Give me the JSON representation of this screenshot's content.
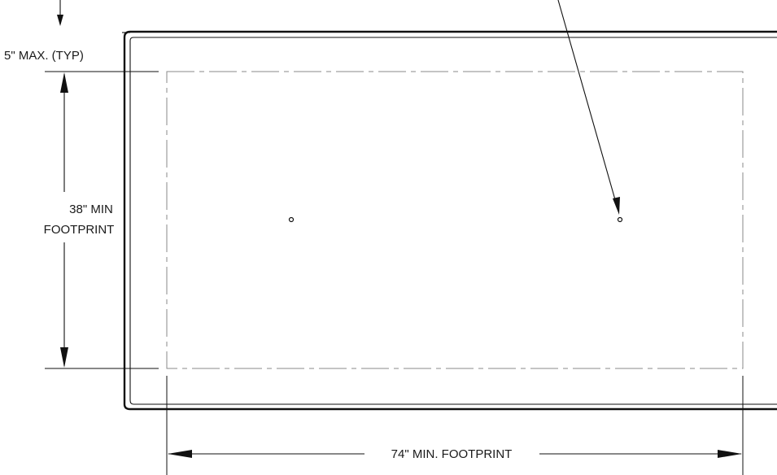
{
  "dimensions": {
    "side_margin": "5\" MAX. (TYP)",
    "width_line1": "38\" MIN",
    "width_line2": "FOOTPRINT",
    "length": "74\" MIN. FOOTPRINT"
  }
}
